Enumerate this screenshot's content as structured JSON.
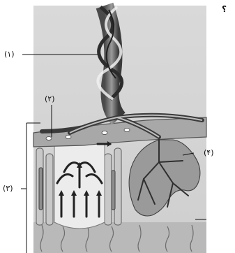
{
  "corner_text": "؟",
  "labels": {
    "l1": "(۱)",
    "l2": "(۲)",
    "l3": "(۳)",
    "l4": "(۴)"
  }
}
